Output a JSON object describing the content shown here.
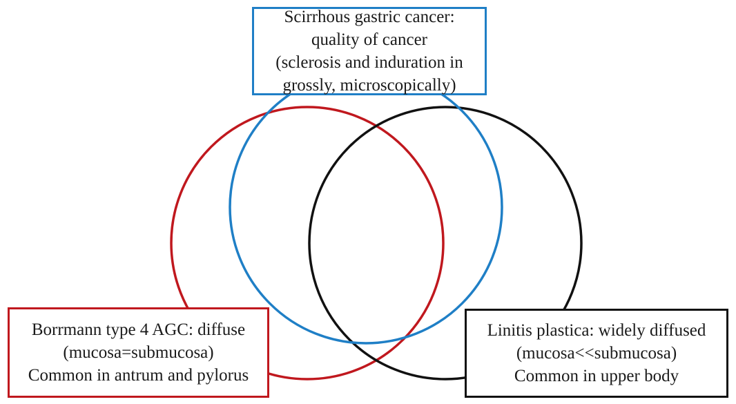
{
  "colors": {
    "scirrhous": "#1f7fc6",
    "borrmann": "#c0181e",
    "linitis": "#111111",
    "background": "#ffffff"
  },
  "top_box": {
    "lines": [
      "Scirrhous gastric cancer:",
      "quality of cancer",
      "(sclerosis and induration in",
      "grossly, microscopically)"
    ]
  },
  "left_box": {
    "lines": [
      "Borrmann type 4 AGC: diffuse",
      "(mucosa=submucosa)",
      "Common in antrum and pylorus"
    ]
  },
  "right_box": {
    "lines": [
      "Linitis plastica: widely diffused",
      "(mucosa<<submucosa)",
      "Common in upper body"
    ]
  }
}
